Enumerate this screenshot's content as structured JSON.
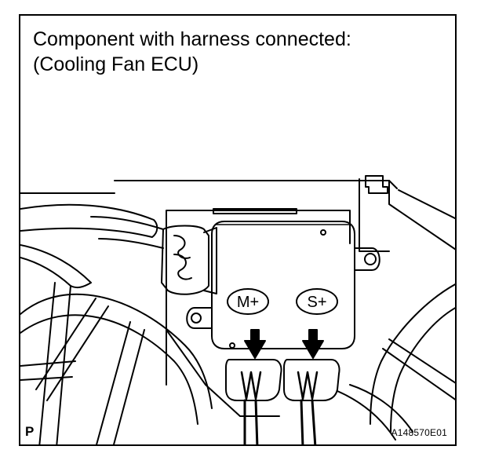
{
  "title": {
    "line1": "Component with harness connected:",
    "line2": "(Cooling Fan ECU)"
  },
  "terminals": {
    "m_plus": "M+",
    "s_plus": "S+"
  },
  "corner_mark": "P",
  "figure_code": "A148570E01"
}
